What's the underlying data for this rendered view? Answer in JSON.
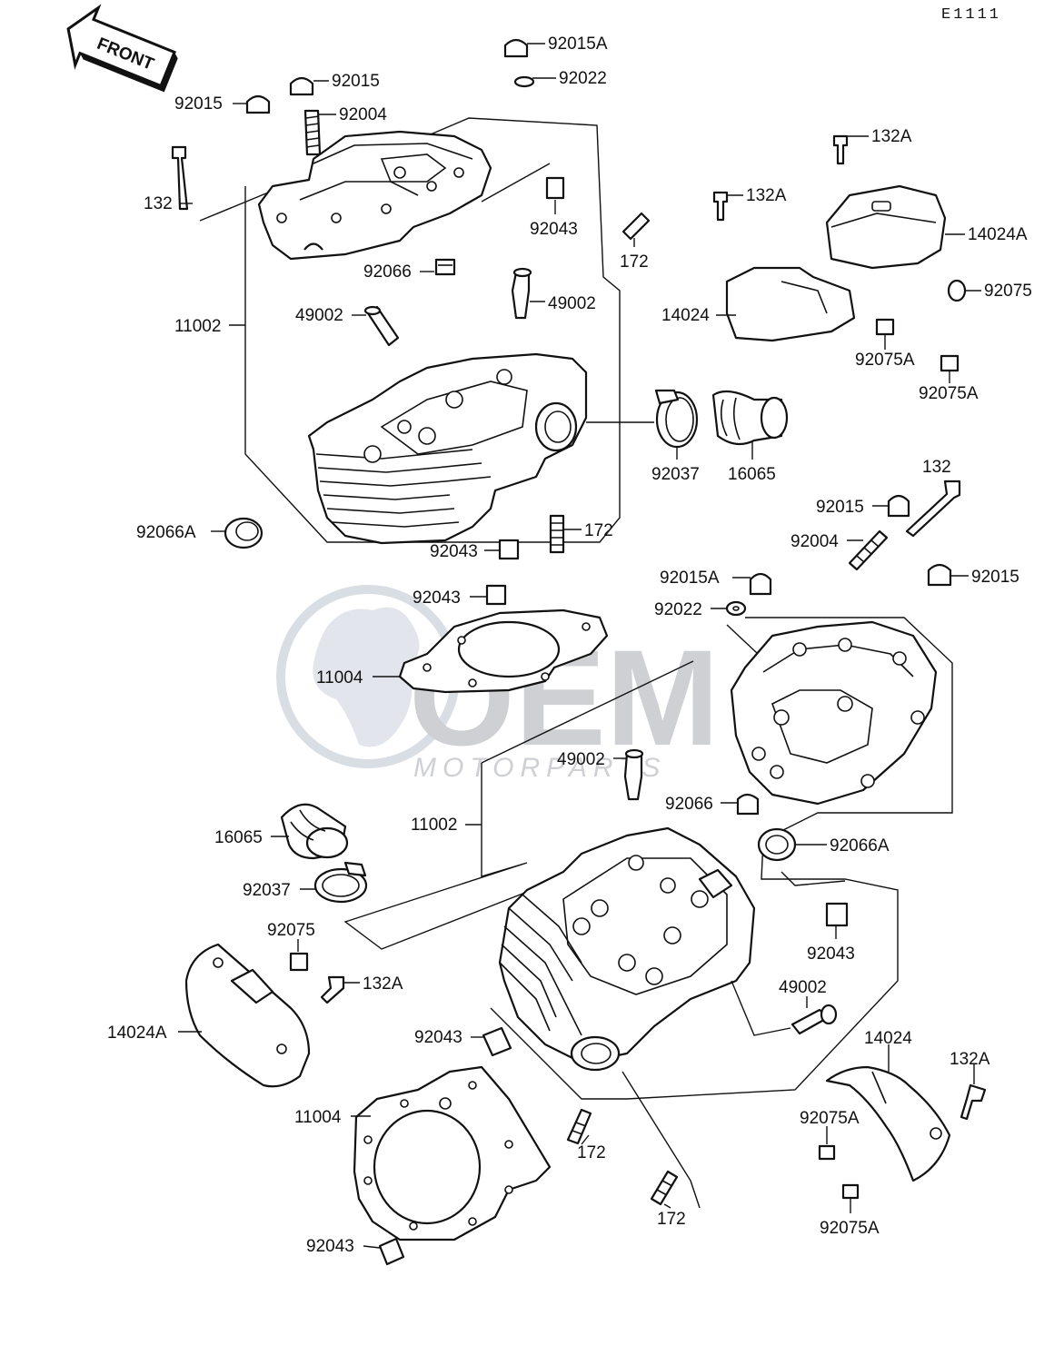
{
  "diagram_code": "E1111",
  "front_arrow": "FRONT",
  "watermark": {
    "brand": "OEM",
    "sub": "MOTORPARTS"
  },
  "labels": {
    "l92015A_top": "92015A",
    "l92015_top": "92015",
    "l92022_top": "92022",
    "l92015_left": "92015",
    "l92004_top": "92004",
    "l132_top": "132",
    "l92043_top": "92043",
    "l172_top": "172",
    "l92066_top": "92066",
    "l49002_top_r": "49002",
    "l49002_top_l": "49002",
    "l11002_top": "11002",
    "l132A_top1": "132A",
    "l132A_top2": "132A",
    "l14024A_top": "14024A",
    "l92075_top": "92075",
    "l14024_top": "14024",
    "l92075A_top1": "92075A",
    "l92075A_top2": "92075A",
    "l92037_top": "92037",
    "l16065_top": "16065",
    "l92066A_left": "92066A",
    "l172_mid": "172",
    "l92043_mid1": "92043",
    "l92043_mid2": "92043",
    "l11004_top": "11004",
    "l132_right": "132",
    "l92015_r1": "92015",
    "l92004_r": "92004",
    "l92015A_r": "92015A",
    "l92015_r2": "92015",
    "l92022_r": "92022",
    "l49002_bot": "49002",
    "l92066_bot": "92066",
    "l11002_bot": "11002",
    "l16065_bot": "16065",
    "l92066A_bot": "92066A",
    "l92037_bot": "92037",
    "l92075_bot": "92075",
    "l92043_bot_r": "92043",
    "l132A_bot_l": "132A",
    "l49002_bot_r": "49002",
    "l14024A_bot": "14024A",
    "l92043_bot_l": "92043",
    "l14024_bot": "14024",
    "l132A_bot_r": "132A",
    "l11004_bot": "11004",
    "l92075A_bot1": "92075A",
    "l172_bot1": "172",
    "l172_bot2": "172",
    "l92043_bot2": "92043",
    "l92075A_bot2": "92075A"
  }
}
